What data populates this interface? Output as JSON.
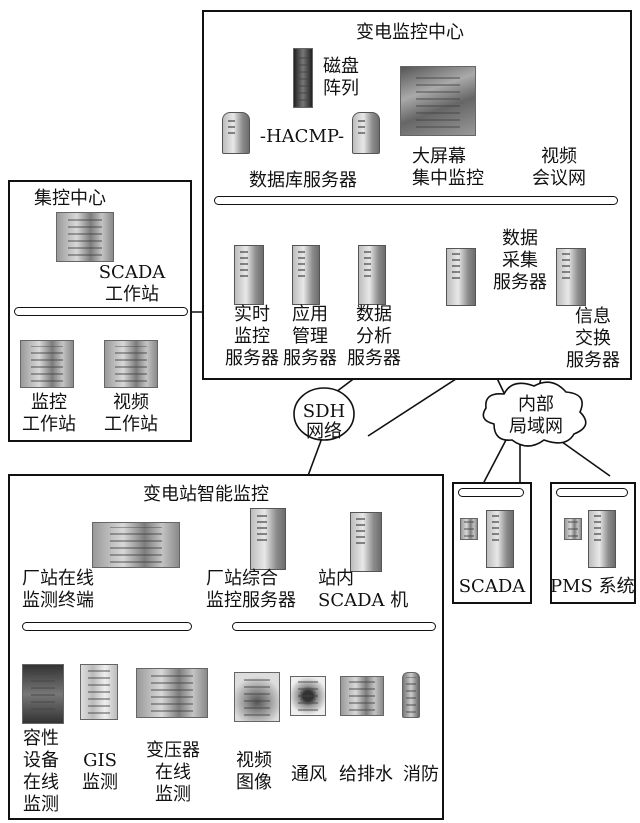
{
  "center": {
    "title": "变电监控中心",
    "disk_array": "磁盘\n阵列",
    "hacmp": "-HACMP-",
    "db_server": "数据库服务器",
    "big_screen": "大屏幕\n集中监控",
    "video_conf": "视频\n会议网",
    "realtime_server": "实时\n监控\n服务器",
    "app_server": "应用\n管理\n服务器",
    "analysis_server": "数据\n分析\n服务器",
    "acq_server": "数据\n采集\n服务器",
    "exchange_server": "信息\n交换\n服务器"
  },
  "control": {
    "title": "集控中心",
    "scada_ws": "SCADA\n工作站",
    "monitor_ws": "监控\n工作站",
    "video_ws": "视频\n工作站"
  },
  "network": {
    "sdh": "SDH\n网络",
    "lan": "内部\n局域网",
    "scada": "SCADA",
    "pms": "PMS 系统"
  },
  "substation": {
    "title": "变电站智能监控",
    "online_terminal": "厂站在线\n监测终端",
    "integrated_server": "厂站综合\n监控服务器",
    "scada_machine": "站内\nSCADA 机",
    "capacitive": "容性\n设备\n在线\n监测",
    "gis": "GIS\n监测",
    "transformer": "变压器\n在线\n监测",
    "video_image": "视频\n图像",
    "ventilation": "通风",
    "drainage": "给排水",
    "fire": "消防"
  }
}
